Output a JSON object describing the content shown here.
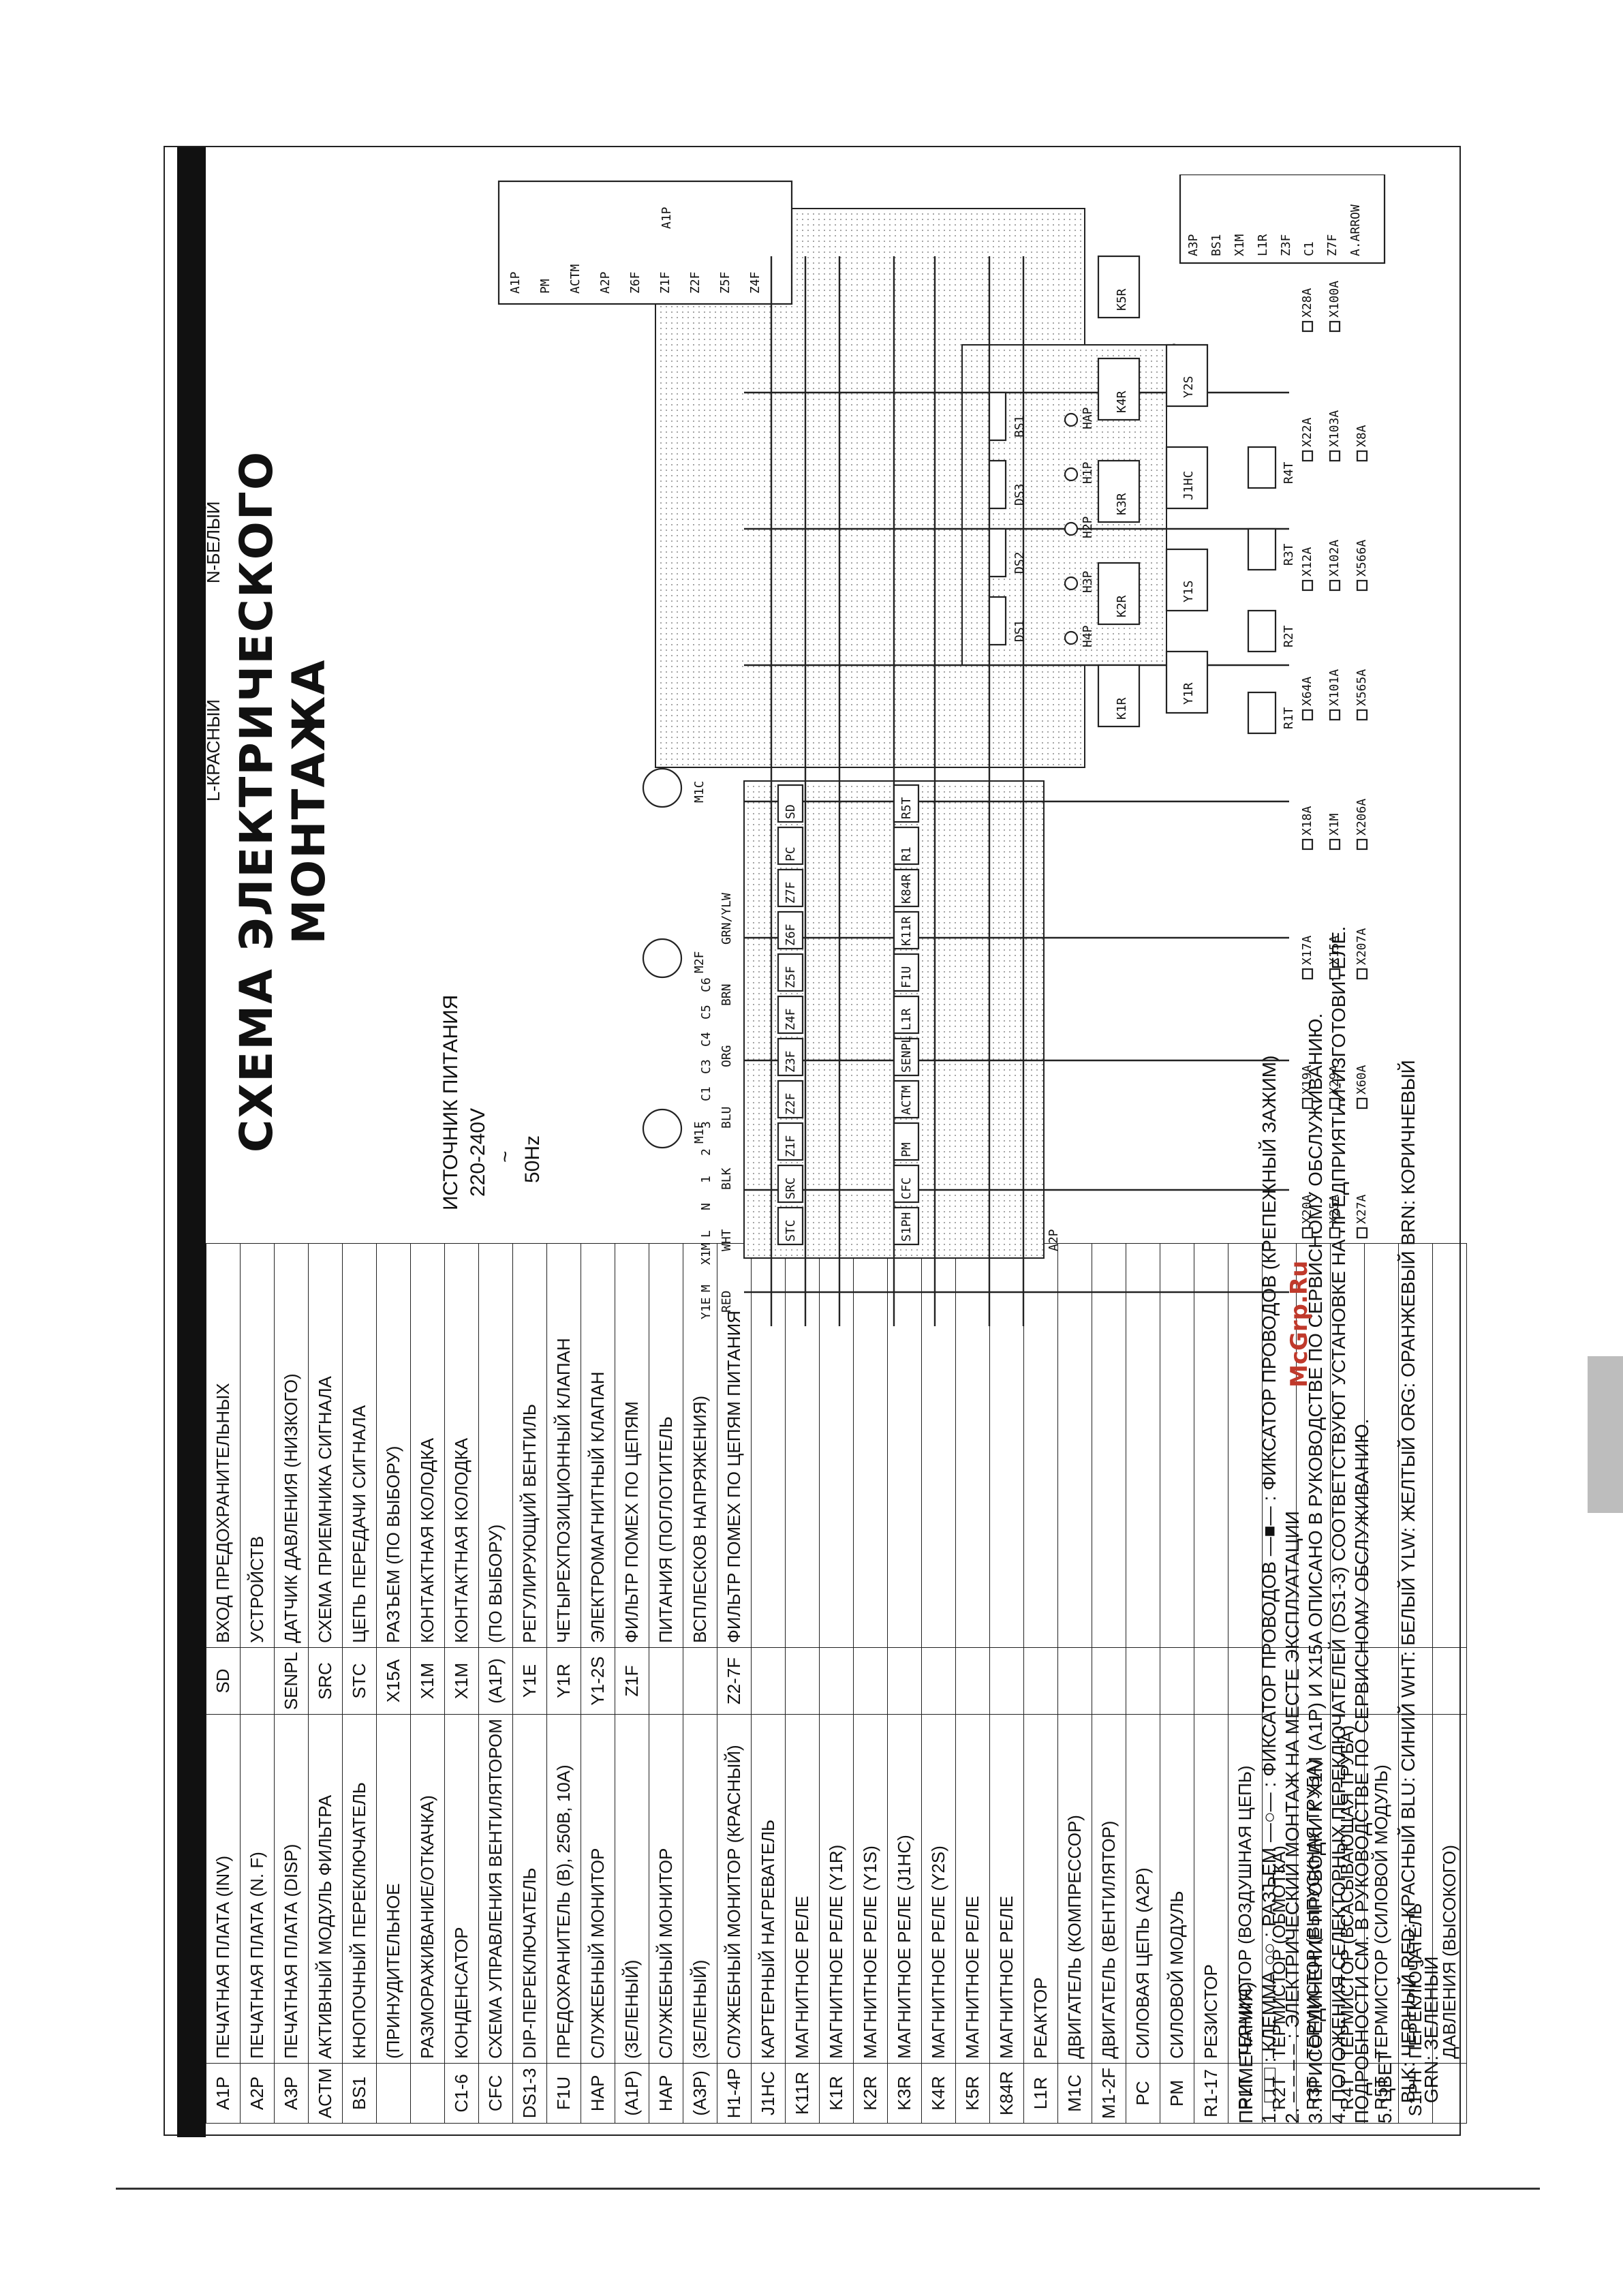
{
  "title": "СХЕМА ЭЛЕКТРИЧЕСКОГО МОНТАЖА",
  "legend_header": {
    "left": "L-КРАСНЫЙ",
    "right": "N-БЕЛЫЙ"
  },
  "legend_left": [
    {
      "code": "A1P",
      "desc": "ПЕЧАТНАЯ ПЛАТА (INV)"
    },
    {
      "code": "A2P",
      "desc": "ПЕЧАТНАЯ ПЛАТА (N. F)"
    },
    {
      "code": "A3P",
      "desc": "ПЕЧАТНАЯ ПЛАТА (DISP)"
    },
    {
      "code": "ACTM",
      "desc": "АКТИВНЫЙ МОДУЛЬ ФИЛЬТРА"
    },
    {
      "code": "BS1",
      "desc": "КНОПОЧНЫЙ ПЕРЕКЛЮЧАТЕЛЬ"
    },
    {
      "code": "",
      "desc": "(ПРИНУДИТЕЛЬНОЕ"
    },
    {
      "code": "",
      "desc": "РАЗМОРАЖИВАНИЕ/ОТКАЧКА)"
    },
    {
      "code": "C1-6",
      "desc": "КОНДЕНСАТОР"
    },
    {
      "code": "CFC",
      "desc": "СХЕМА УПРАВЛЕНИЯ ВЕНТИЛЯТОРОМ"
    },
    {
      "code": "DS1-3",
      "desc": "DIP-ПЕРЕКЛЮЧАТЕЛЬ"
    },
    {
      "code": "F1U",
      "desc": "ПРЕДОХРАНИТЕЛЬ (B), 250В, 10А)"
    },
    {
      "code": "HAP",
      "desc": "СЛУЖЕБНЫЙ МОНИТОР"
    },
    {
      "code": "(A1P)",
      "desc": "(ЗЕЛЕНЫЙ)"
    },
    {
      "code": "HAP",
      "desc": "СЛУЖЕБНЫЙ МОНИТОР"
    },
    {
      "code": "(A3P)",
      "desc": "(ЗЕЛЕНЫЙ)"
    },
    {
      "code": "H1-4P",
      "desc": "СЛУЖЕБНЫЙ МОНИТОР (КРАСНЫЙ)"
    },
    {
      "code": "J1HC",
      "desc": "КАРТЕРНЫЙ НАГРЕВАТЕЛЬ"
    },
    {
      "code": "K11R",
      "desc": "МАГНИТНОЕ РЕЛЕ"
    },
    {
      "code": "K1R",
      "desc": "МАГНИТНОЕ РЕЛЕ (Y1R)"
    },
    {
      "code": "K2R",
      "desc": "МАГНИТНОЕ РЕЛЕ (Y1S)"
    },
    {
      "code": "K3R",
      "desc": "МАГНИТНОЕ РЕЛЕ (J1HC)"
    },
    {
      "code": "K4R",
      "desc": "МАГНИТНОЕ РЕЛЕ (Y2S)"
    },
    {
      "code": "K5R",
      "desc": "МАГНИТНОЕ РЕЛЕ"
    },
    {
      "code": "K84R",
      "desc": "МАГНИТНОЕ РЕЛЕ"
    },
    {
      "code": "L1R",
      "desc": "РЕАКТОР"
    },
    {
      "code": "M1C",
      "desc": "ДВИГАТЕЛЬ (КОМПРЕССОР)"
    },
    {
      "code": "M1-2F",
      "desc": "ДВИГАТЕЛЬ (ВЕНТИЛЯТОР)"
    },
    {
      "code": "PC",
      "desc": "СИЛОВАЯ ЦЕПЬ (A2P)"
    },
    {
      "code": "PM",
      "desc": "СИЛОВОЙ МОДУЛЬ"
    },
    {
      "code": "R1-17",
      "desc": "РЕЗИСТОР"
    },
    {
      "code": "R1T",
      "desc": "ТЕРМИСТОР (ВОЗДУШНАЯ ЦЕПЬ)"
    },
    {
      "code": "R2T",
      "desc": "ТЕРМИСТОР (ОБМОТКА)"
    },
    {
      "code": "R3T",
      "desc": "ТЕРМИСТОР (ВЫПУСКНАЯ ТРУБА)"
    },
    {
      "code": "R4T",
      "desc": "ТЕРМИСТОР (ВСАСЫВАЮЩАЯ ТРУБА)"
    },
    {
      "code": "R5T",
      "desc": "ТЕРМИСТОР (СИЛОВОЙ МОДУЛЬ)"
    },
    {
      "code": "S1PH",
      "desc": "ПЕРЕКЛЮЧАТЕЛЬ"
    },
    {
      "code": "",
      "desc": "ДАВЛЕНИЯ (ВЫСОКОГО)"
    }
  ],
  "legend_right": [
    {
      "code": "SD",
      "desc": "ВХОД ПРЕДОХРАНИТЕЛЬНЫХ"
    },
    {
      "code": "",
      "desc": "УСТРОЙСТВ"
    },
    {
      "code": "SENPL",
      "desc": "ДАТЧИК ДАВЛЕНИЯ (НИЗКОГО)"
    },
    {
      "code": "SRC",
      "desc": "СХЕМА ПРИЕМНИКА СИГНАЛА"
    },
    {
      "code": "STC",
      "desc": "ЦЕПЬ ПЕРЕДАЧИ СИГНАЛА"
    },
    {
      "code": "X15A",
      "desc": "РАЗЪЕМ (ПО ВЫБОРУ)"
    },
    {
      "code": "X1M",
      "desc": "КОНТАКТНАЯ КОЛОДКА"
    },
    {
      "code": "X1M",
      "desc": "КОНТАКТНАЯ КОЛОДКА"
    },
    {
      "code": "(A1P)",
      "desc": "(ПО ВЫБОРУ)"
    },
    {
      "code": "Y1E",
      "desc": "РЕГУЛИРУЮЩИЙ ВЕНТИЛЬ"
    },
    {
      "code": "Y1R",
      "desc": "ЧЕТЫРЕХПОЗИЦИОННЫЙ КЛАПАН"
    },
    {
      "code": "Y1-2S",
      "desc": "ЭЛЕКТРОМАГНИТНЫЙ КЛАПАН"
    },
    {
      "code": "Z1F",
      "desc": "ФИЛЬТР ПОМЕХ ПО ЦЕПЯМ"
    },
    {
      "code": "",
      "desc": "ПИТАНИЯ (ПОГЛОТИТЕЛЬ"
    },
    {
      "code": "",
      "desc": "ВСПЛЕСКОВ НАПРЯЖЕНИЯ)"
    },
    {
      "code": "Z2-7F",
      "desc": "ФИЛЬТР ПОМЕХ ПО ЦЕПЯМ ПИТАНИЯ"
    }
  ],
  "power_source": {
    "label": "ИСТОЧНИК ПИТАНИЯ",
    "voltage": "220-240V",
    "tilde": "~",
    "freq": "50Hz"
  },
  "notes": {
    "heading": "ПРИМЕЧАНИЯ)",
    "n1": "1. □□□ : КЛЕММА     ○○ : РАЗЪЕМ     —○— : ФИКСАТОР ПРОВОДОВ     —■— : ФИКСАТОР ПРОВОДОВ (КРЕПЕЖНЫЙ ЗАЖИМ)",
    "n2": "2. – – – – : ЭЛЕКТРИЧЕСКИЙ МОНТАЖ НА МЕСТЕ ЭКСПЛУАТАЦИИ",
    "n3": "3. ПРИСОЕДИНЕНИЕ ПРОВОДКИ К X1M (A1P) И X15A ОПИСАНО В РУКОВОДСТВЕ ПО СЕРВИСНОМУ ОБСЛУЖИВАНИЮ.",
    "n4": "4. ПОЛОЖЕНИЯ СЕЛЕКТОРНЫХ ПЕРЕКЛЮЧАТЕЛЕЙ (DS1-3) СООТВЕТСТВУЮТ УСТАНОВКЕ НА ПРЕДПРИЯТИИ-ИЗГОТОВИТЕЛЕ.",
    "n4b": "   ПОДРОБНОСТИ СМ. В РУКОВОДСТВЕ ПО СЕРВИСНОМУ ОБСЛУЖИВАНИЮ.",
    "n5": "5. ЦВЕТ",
    "colors1": "BLK: ЧЕРНЫЙ   RED: КРАСНЫЙ   BLU: СИНИЙ   WHT: БЕЛЫЙ   YLW: ЖЕЛТЫЙ   ORG: ОРАНЖЕВЫЙ   BRN: КОРИЧНЕВЫЙ",
    "colors2": "GRN: ЗЕЛЕНЫЙ"
  },
  "watermark": "McGrp.Ru",
  "schematic": {
    "panel_a1p": "A1P",
    "panel_a2p": "A2P",
    "panel_a3p": "A3P",
    "relays": [
      "K1R",
      "K2R",
      "K3R",
      "K4R",
      "K5R"
    ],
    "valves": [
      "Y1R",
      "Y1S",
      "J1HC",
      "Y2S"
    ],
    "thermistors": [
      "R1T",
      "R2T",
      "R3T",
      "R4T"
    ],
    "connectors": [
      "X20A",
      "X19A",
      "X17A",
      "X18A",
      "X64A",
      "X12A",
      "X22A",
      "X28A",
      "X25A",
      "X29A",
      "X15A",
      "X1M",
      "X101A",
      "X102A",
      "X103A",
      "X100A",
      "X27A",
      "X60A",
      "X207A",
      "X206A",
      "X565A",
      "X566A",
      "X8A"
    ],
    "blocks": [
      "STC",
      "SRC",
      "Z1F",
      "Z2F",
      "Z3F",
      "Z4F",
      "Z5F",
      "Z6F",
      "Z7F",
      "PC",
      "SD",
      "S1PH",
      "CFC",
      "PM",
      "ACTM",
      "SENPL",
      "L1R",
      "F1U",
      "K11R",
      "K84R",
      "R1",
      "R5T"
    ],
    "motors": [
      "M1F",
      "M2F",
      "M1C"
    ],
    "dip": [
      "DS1",
      "DS2",
      "DS3",
      "BS1"
    ],
    "leds": [
      "H4P",
      "H3P",
      "H2P",
      "H1P",
      "HAP"
    ],
    "inset1": [
      "A1P",
      "PM",
      "ACTM",
      "A2P",
      "Z6F",
      "Z1F",
      "Z2F",
      "Z5F",
      "Z4F"
    ],
    "inset2": [
      "A3P",
      "BS1",
      "X1M",
      "L1R",
      "Z3F",
      "C1",
      "Z7F",
      "A.ARROW"
    ],
    "wire_colors": [
      "RED",
      "WHT",
      "BLK",
      "BLU",
      "ORG",
      "BRN",
      "GRN/YLW"
    ],
    "misc": [
      "Y1E",
      "M",
      "X1M",
      "L",
      "N",
      "1",
      "2",
      "3",
      "C1",
      "C3",
      "C4",
      "C5",
      "C6"
    ]
  }
}
